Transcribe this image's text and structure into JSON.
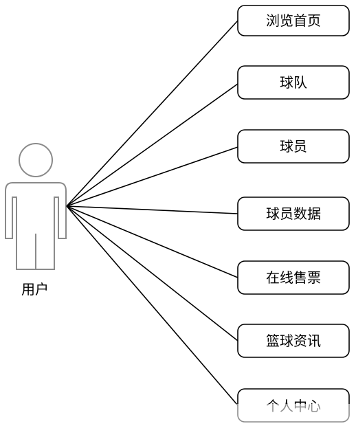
{
  "actor": {
    "label": "用户",
    "icon": "person-icon"
  },
  "use_cases": [
    {
      "id": "browse-home",
      "label": "浏览首页"
    },
    {
      "id": "teams",
      "label": "球队"
    },
    {
      "id": "players",
      "label": "球员"
    },
    {
      "id": "player-stats",
      "label": "球员数据"
    },
    {
      "id": "online-ticketing",
      "label": "在线售票"
    },
    {
      "id": "basketball-news",
      "label": "篮球资讯"
    },
    {
      "id": "personal-center",
      "label": "个人中心"
    }
  ],
  "colors": {
    "actor_outline": "#8a8a8a",
    "line": "#000000",
    "box_border": "#000000",
    "background": "#ffffff"
  }
}
